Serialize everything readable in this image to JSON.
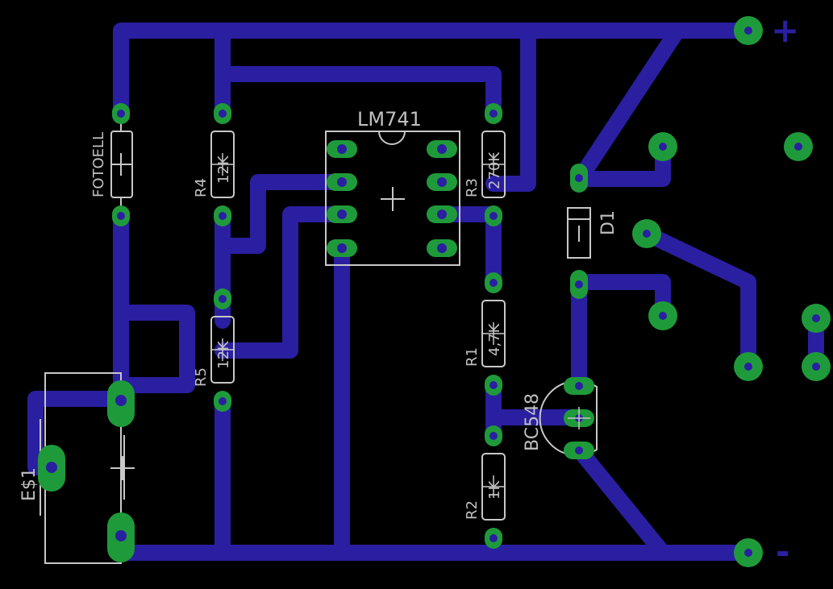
{
  "colors": {
    "background": "#000000",
    "trace": "#2a1fa0",
    "pad": "#1f9a3a",
    "silkscreen": "#c0c0c0"
  },
  "terminals": {
    "plus": "+",
    "minus": "-"
  },
  "components": {
    "ic": {
      "name": "LM741"
    },
    "fotoell": {
      "name": "FOTOELL"
    },
    "r1": {
      "name": "R1",
      "value": "4,7K"
    },
    "r2": {
      "name": "R2",
      "value": "1K"
    },
    "r3": {
      "name": "R3",
      "value": "270K"
    },
    "r4": {
      "name": "R4",
      "value": "12K"
    },
    "r5": {
      "name": "R5",
      "value": "12K"
    },
    "d1": {
      "name": "D1"
    },
    "transistor": {
      "name": "BC548"
    },
    "battery": {
      "name": "E$1"
    }
  }
}
